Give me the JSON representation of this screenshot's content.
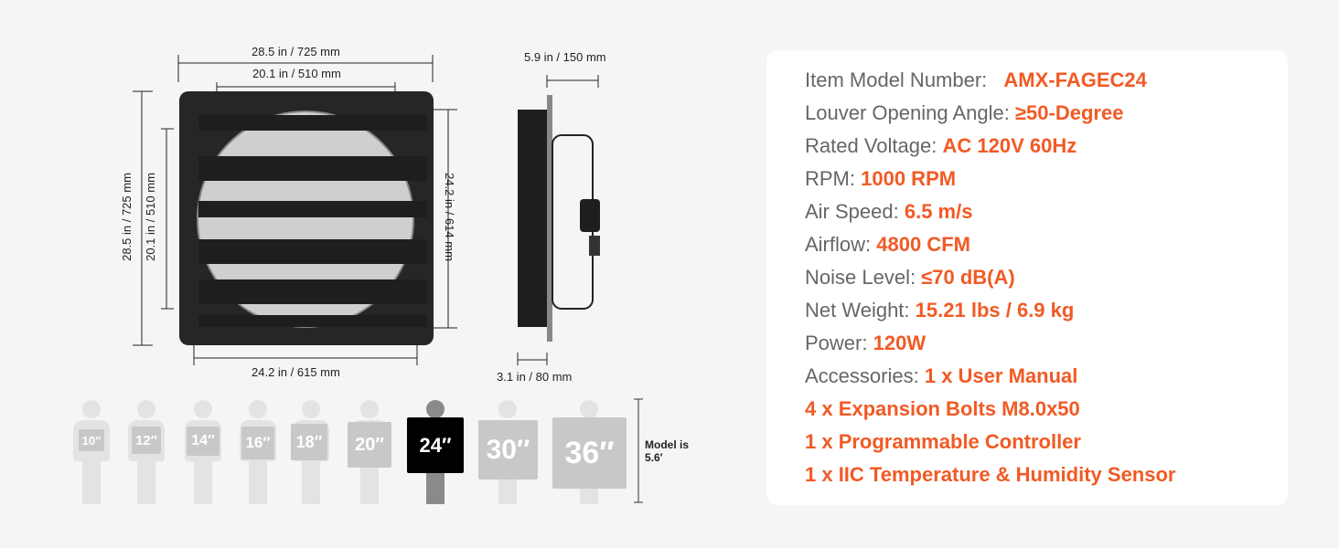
{
  "dimensions": {
    "front_width_overall": "28.5 in / 725 mm",
    "front_width_inner": "20.1  in / 510 mm",
    "front_height_overall": "28.5 in / 725 mm",
    "front_height_inner": "20.1 in / 510 mm",
    "front_height_louver": "24.2 in / 614 mm",
    "front_width_louver": "24.2 in / 615 mm",
    "side_depth_total": "5.9 in / 150 mm",
    "side_depth_box": "3.1 in / 80 mm"
  },
  "size_comparison": {
    "sizes": [
      "10″",
      "12″",
      "14″",
      "16″",
      "18″",
      "20″",
      "24″",
      "30″",
      "36″"
    ],
    "selected": "24″",
    "model_height_note": "Model is 5.6′"
  },
  "specs": [
    {
      "label": "Item Model Number:",
      "value": "AMX-FAGEC24"
    },
    {
      "label": "Louver Opening Angle:",
      "value": "≥50-Degree"
    },
    {
      "label": "Rated Voltage:",
      "value": "AC 120V 60Hz"
    },
    {
      "label": "RPM:",
      "value": "1000 RPM"
    },
    {
      "label": "Air Speed:",
      "value": "6.5 m/s"
    },
    {
      "label": "Airflow:",
      "value": "4800 CFM"
    },
    {
      "label": "Noise Level:",
      "value": "≤70 dB(A)"
    },
    {
      "label": "Net Weight:",
      "value": "15.21 lbs / 6.9 kg"
    },
    {
      "label": "Power:",
      "value": "120W"
    },
    {
      "label": "Accessories:",
      "value": "1 x User Manual"
    },
    {
      "label": "",
      "value": "4 x Expansion Bolts M8.0x50"
    },
    {
      "label": "",
      "value": "1 x Programmable Controller"
    },
    {
      "label": "",
      "value": "1 x IIC Temperature & Humidity Sensor"
    }
  ],
  "colors": {
    "accent": "#f15a24",
    "label": "#666666",
    "frame": "#1e1e1e"
  }
}
